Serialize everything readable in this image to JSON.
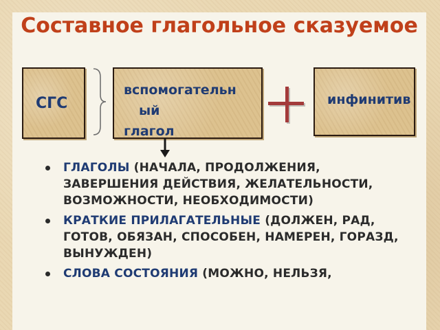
{
  "title": "Составное глагольное сказуемое",
  "diagram": {
    "sgs_label": "СГС",
    "aux_line1": "вспомогательн",
    "aux_line2": "ый",
    "aux_line3": "глагол",
    "infinitive_label": "инфинитив",
    "plus_color": "#a33a3a",
    "label_color": "#1f3b73",
    "title_color": "#c0401a"
  },
  "bullets": [
    {
      "term": "ГЛАГОЛЫ",
      "detail": " (НАЧАЛА, ПРОДОЛЖЕНИЯ, ЗАВЕРШЕНИЯ ДЕЙСТВИЯ, ЖЕЛАТЕЛЬНОСТИ, ВОЗМОЖНОСТИ, НЕОБХОДИМОСТИ)"
    },
    {
      "term": "КРАТКИЕ ПРИЛАГАТЕЛЬНЫЕ",
      "detail": " (ДОЛЖЕН, РАД, ГОТОВ, ОБЯЗАН, СПОСОБЕН, НАМЕРЕН, ГОРАЗД, ВЫНУЖДЕН)"
    },
    {
      "term": "СЛОВА СОСТОЯНИЯ",
      "detail": " (МОЖНО, НЕЛЬЗЯ,"
    }
  ]
}
